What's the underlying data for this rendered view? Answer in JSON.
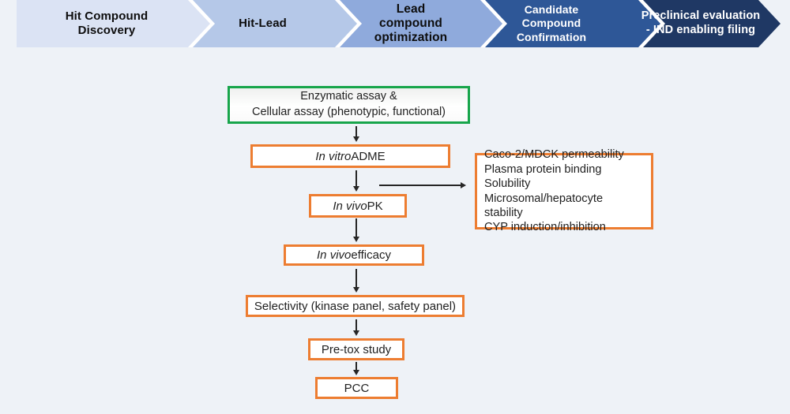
{
  "banner": {
    "stages": [
      {
        "label": "Hit Compound\nDiscovery",
        "color": "#dbe3f4",
        "text_color": "#0d0d0d"
      },
      {
        "label": "Hit-Lead",
        "color": "#b5c8e8",
        "text_color": "#0d0d0d"
      },
      {
        "label": "Lead\ncompound\noptimization",
        "color": "#8faadc",
        "text_color": "#0d0d0d"
      },
      {
        "label": "Candidate\nCompound\nConfirmation",
        "color": "#2e5797",
        "text_color": "#ffffff"
      },
      {
        "label": "Preclinical evaluation\n- IND enabling filing",
        "color": "#1f3864",
        "text_color": "#ffffff"
      }
    ],
    "separator_color": "#ffffff"
  },
  "flowchart": {
    "assay": {
      "label": "Enzymatic assay &\nCellular assay (phenotypic, functional)"
    },
    "adme": {
      "italic": "In vitro",
      "rest": " ADME"
    },
    "adme_details": {
      "label": "Caco-2/MDCK permeability\nPlasma protein binding\nSolubility\nMicrosomal/hepatocyte stability\nCYP induction/inhibition"
    },
    "pk": {
      "italic": "In vivo",
      "rest": " PK"
    },
    "efficacy": {
      "italic": "In vivo",
      "rest": " efficacy"
    },
    "selectivity": {
      "label": "Selectivity (kinase panel, safety panel)"
    },
    "pretox": {
      "label": "Pre-tox study"
    },
    "pcc": {
      "label": "PCC"
    }
  },
  "colors": {
    "background": "#eef2f7",
    "orange_border": "#ed7d31",
    "green_border": "#17a54b",
    "arrow": "#262626"
  }
}
